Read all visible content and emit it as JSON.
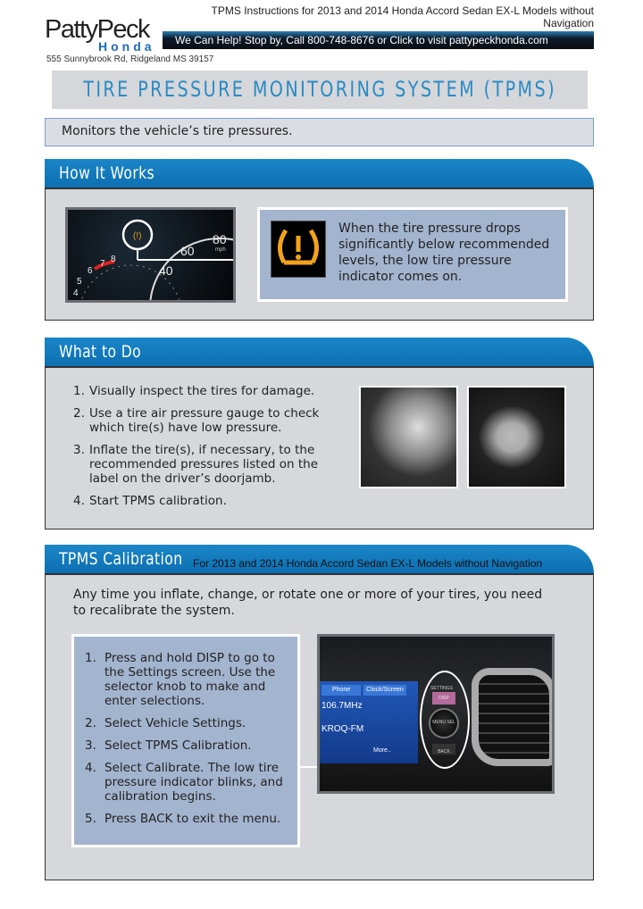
{
  "header": {
    "doc_title": "TPMS Instructions for 2013 and 2014 Honda Accord Sedan EX-L Models without Navigation",
    "logo_main": "PattyPeck",
    "logo_sub": "Honda",
    "banner": "We Can Help!  Stop by, Call 800-748-8676 or Click to visit pattypeckhonda.com",
    "address": "555 Sunnybrook Rd, Ridgeland MS 39157"
  },
  "title": "TIRE PRESSURE MONITORING SYSTEM (TPMS)",
  "summary": "Monitors the vehicle’s tire pressures.",
  "how_it_works": {
    "heading": "How It Works",
    "gauge_labels": [
      "80",
      "60",
      "40",
      "8",
      "7",
      "6",
      "5",
      "4",
      "mph"
    ],
    "info": "When the tire pressure drops significantly below recommended levels, the low tire pressure indicator comes on."
  },
  "what_to_do": {
    "heading": "What to Do",
    "steps": [
      {
        "n": "1.",
        "text": "Visually inspect the tires for damage."
      },
      {
        "n": "2.",
        "text": "Use a tire air pressure gauge to check which tire(s) have low pressure."
      },
      {
        "n": "3.",
        "text": "Inflate the tire(s), if necessary, to the recommended pressures listed on the label on the driver’s doorjamb."
      },
      {
        "n": "4.",
        "text": "Start TPMS calibration."
      }
    ]
  },
  "calibration": {
    "heading": "TPMS Calibration",
    "subheading": "For 2013 and 2014 Honda Accord Sedan EX-L Models without Navigation",
    "intro": "Any time you inflate, change, or rotate one or more of your tires, you need to recalibrate the system.",
    "steps": [
      {
        "n": "1.",
        "text": "Press and hold DISP to go to the Settings screen. Use the selector knob to make and enter selections."
      },
      {
        "n": "2.",
        "text": "Select Vehicle Settings."
      },
      {
        "n": "3.",
        "text": "Select TPMS Calibration."
      },
      {
        "n": "4.",
        "text": "Select Calibrate. The low tire pressure indicator blinks, and calibration begins."
      },
      {
        "n": "5.",
        "text": "Press BACK to exit the menu."
      }
    ],
    "screen": {
      "tab1": "Phone",
      "tab2": "Clock/Screen",
      "freq": "106.7MHz",
      "station": "KROQ-FM",
      "more": "More..",
      "settings": "SETTINGS",
      "disp": "DISP",
      "menu": "MENU SEL",
      "back": "BACK"
    }
  }
}
